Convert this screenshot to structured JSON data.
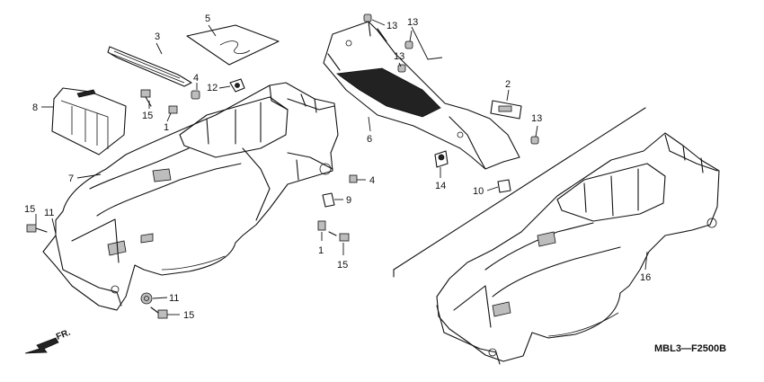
{
  "callouts": [
    {
      "id": "c3",
      "text": "3"
    },
    {
      "id": "c5",
      "text": "5"
    },
    {
      "id": "c4a",
      "text": "4"
    },
    {
      "id": "c12",
      "text": "12"
    },
    {
      "id": "c8",
      "text": "8"
    },
    {
      "id": "c15a",
      "text": "15"
    },
    {
      "id": "c1a",
      "text": "1"
    },
    {
      "id": "c7",
      "text": "7"
    },
    {
      "id": "c15b",
      "text": "15"
    },
    {
      "id": "c11a",
      "text": "11"
    },
    {
      "id": "c4b",
      "text": "4"
    },
    {
      "id": "c9",
      "text": "9"
    },
    {
      "id": "c1b",
      "text": "1"
    },
    {
      "id": "c15c",
      "text": "15"
    },
    {
      "id": "c11b",
      "text": "11"
    },
    {
      "id": "c15d",
      "text": "15"
    },
    {
      "id": "c13a",
      "text": "13"
    },
    {
      "id": "c13b",
      "text": "13"
    },
    {
      "id": "c13c",
      "text": "13"
    },
    {
      "id": "c2",
      "text": "2"
    },
    {
      "id": "c13d",
      "text": "13"
    },
    {
      "id": "c6",
      "text": "6"
    },
    {
      "id": "c14",
      "text": "14"
    },
    {
      "id": "c10",
      "text": "10"
    },
    {
      "id": "c16",
      "text": "16"
    }
  ],
  "direction_label": "FR.",
  "diagram_code": "MBL3—F2500B"
}
